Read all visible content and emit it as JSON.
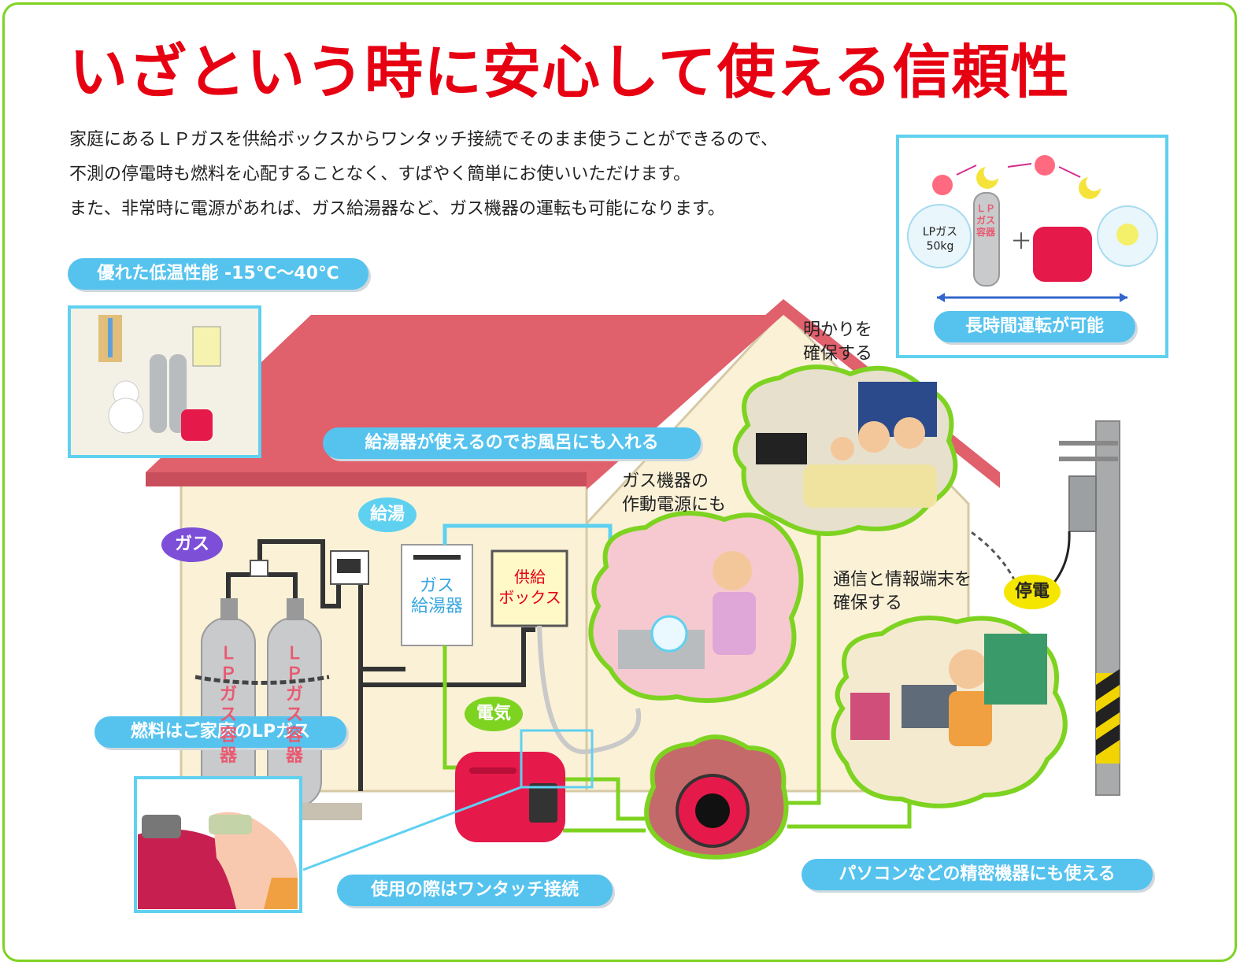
{
  "title": "いざという時に安心して使える信頼性",
  "intro": [
    "家庭にあるＬＰガスを供給ボックスからワンタッチ接続でそのまま使うことができるので、",
    "不測の停電時も燃料を心配することなく、すばやく簡単にお使いいただけます。",
    "また、非常時に電源があれば、ガス給湯器など、ガス機器の運転も可能になります。"
  ],
  "labels": {
    "low_temp": "優れた低温性能 -15℃～40℃",
    "long_run": "長時間運転が可能",
    "bath": "給湯器が使えるのでお風呂にも入れる",
    "fuel": "燃料はご家庭のLPガス",
    "one_touch": "使用の際はワンタッチ接続",
    "pc": "パソコンなどの精密機器にも使える"
  },
  "bubbles": {
    "gas": "ガス",
    "hot_water": "給湯",
    "electric": "電気",
    "blackout": "停電"
  },
  "notes": {
    "light": [
      "明かりを",
      "確保する"
    ],
    "gas_devices": [
      "ガス機器の",
      "作動電源にも"
    ],
    "comm": [
      "通信と情報端末を",
      "確保する"
    ]
  },
  "boxes": {
    "water_heater": [
      "ガス",
      "給湯器"
    ],
    "supply_box": [
      "供給",
      "ボックス"
    ]
  },
  "cylinders": {
    "left": "ＬＰガス容器",
    "right": "ＬＰガス容器"
  },
  "inset_long": {
    "lp_bubble": [
      "LPガス",
      "50kg"
    ],
    "cylinder_text": "ＬＰガス容器",
    "plus": "＋"
  },
  "colors": {
    "title_red": "#e60012",
    "pill_blue": "#55c3ee",
    "frame_green": "#7ed321",
    "roof": "#e0606c",
    "wall": "#fbf1d7",
    "generator": "#e6194b"
  }
}
